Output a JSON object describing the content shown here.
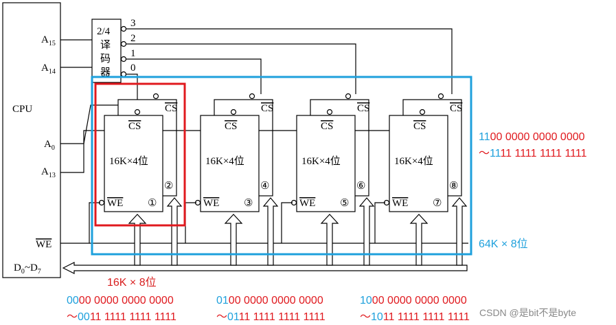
{
  "cpu": {
    "label": "CPU",
    "pins": {
      "a15": "A15",
      "a14": "A14",
      "a0": "A0",
      "a13": "A13",
      "we": "WE",
      "data": "D0~D7"
    }
  },
  "decoder": {
    "label_line1": "2/4",
    "label_line2": "译",
    "label_line3": "码",
    "label_line4": "器",
    "outputs": [
      "3",
      "2",
      "1",
      "0"
    ]
  },
  "chips": [
    {
      "label": "16K×4位",
      "cs": "CS",
      "we": "WE",
      "num_a": "①",
      "num_b": "②"
    },
    {
      "label": "16K×4位",
      "cs": "CS",
      "we": "WE",
      "num_a": "③",
      "num_b": "④"
    },
    {
      "label": "16K×4位",
      "cs": "CS",
      "we": "WE",
      "num_a": "⑤",
      "num_b": "⑥"
    },
    {
      "label": "16K×4位",
      "cs": "CS",
      "we": "WE",
      "num_a": "⑦",
      "num_b": "⑧"
    }
  ],
  "annotations": {
    "group_label": "16K × 8位",
    "total_label": "64K × 8位",
    "watermark": "CSDN @是bit不是byte"
  },
  "address_ranges": [
    {
      "start_prefix": "00",
      "start_rest": "00 0000 0000 0000",
      "end_tilde": "～",
      "end_prefix": "00",
      "end_rest": "11 1111 1111 1111"
    },
    {
      "start_prefix": "01",
      "start_rest": "00 0000 0000 0000",
      "end_tilde": "～",
      "end_prefix": "01",
      "end_rest": "11 1111 1111 1111"
    },
    {
      "start_prefix": "10",
      "start_rest": "00 0000 0000 0000",
      "end_tilde": "～",
      "end_prefix": "10",
      "end_rest": "11 1111 1111 1111"
    },
    {
      "start_prefix": "11",
      "start_rest": "00 0000 0000 0000",
      "end_tilde": "～",
      "end_prefix": "11",
      "end_rest": "11 1111 1111 1111"
    }
  ],
  "colors": {
    "blue": "#1ea0dc",
    "red": "#e0191e",
    "group_red": "#d81e1e",
    "watermark": "#888888"
  }
}
